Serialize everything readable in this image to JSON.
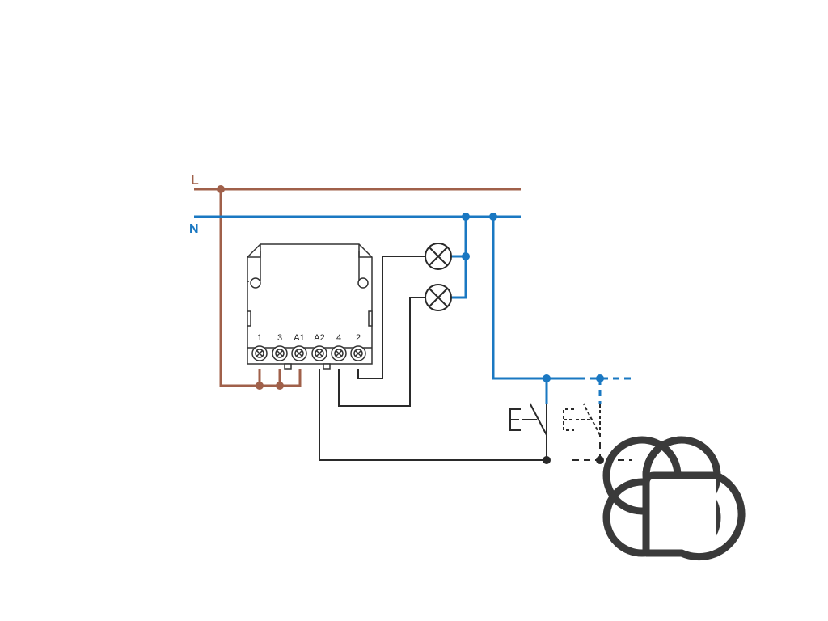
{
  "colors": {
    "line_l": "#a0604a",
    "line_n": "#1a78c2",
    "wire": "#2a2a2a",
    "device": "#333333",
    "logo": "#3a3a3a",
    "background": "#ffffff"
  },
  "labels": {
    "line_l": "L",
    "line_n": "N"
  },
  "module": {
    "terminals": [
      "1",
      "3",
      "A1",
      "A2",
      "4",
      "2"
    ]
  },
  "components": {
    "lamps": 2,
    "pushbuttons": 2,
    "optional_pushbutton_dashed": true
  },
  "icons": {
    "lamp": "lamp-icon",
    "pushbutton": "pushbutton-icon",
    "logo": "brand-logo-icon"
  }
}
